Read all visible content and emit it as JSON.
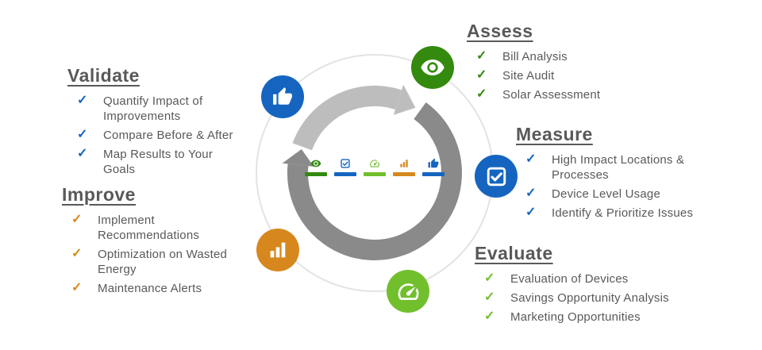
{
  "glyphs": {
    "check": "✓"
  },
  "colors": {
    "title_text": "#595959",
    "body_text": "#595959",
    "assess_green": "#338a0e",
    "measure_blue": "#1565c0",
    "evaluate_green": "#72bf2e",
    "improve_orange": "#d6881e",
    "validate_blue": "#1565c0",
    "ring_dark": "#8a8a8a",
    "ring_light": "#bdbdbd"
  },
  "sections": [
    {
      "id": "assess",
      "title": "Assess",
      "icon": "eye-icon",
      "color": "#338a0e",
      "items": [
        "Bill Analysis",
        "Site Audit",
        "Solar Assessment"
      ]
    },
    {
      "id": "measure",
      "title": "Measure",
      "icon": "checkbox-icon",
      "color": "#1565c0",
      "items": [
        "High Impact Locations &\nProcesses",
        "Device Level Usage",
        "Identify & Prioritize Issues"
      ]
    },
    {
      "id": "evaluate",
      "title": "Evaluate",
      "icon": "gauge-icon",
      "color": "#72bf2e",
      "items": [
        "Evaluation of Devices",
        "Savings Opportunity Analysis",
        "Marketing Opportunities"
      ]
    },
    {
      "id": "improve",
      "title": "Improve",
      "icon": "bar-chart-icon",
      "color": "#d6881e",
      "items": [
        "Implement\nRecommendations",
        "Optimization on Wasted\nEnergy",
        "Maintenance Alerts"
      ]
    },
    {
      "id": "validate",
      "title": "Validate",
      "icon": "thumbs-up-icon",
      "color": "#1565c0",
      "items": [
        "Quantify Impact of\nImprovements",
        "Compare Before & After",
        "Map Results to Your\nGoals"
      ]
    }
  ],
  "legend": {
    "items": [
      {
        "icon": "eye-icon",
        "color": "#338a0e"
      },
      {
        "icon": "checkbox-icon",
        "color": "#1565c0"
      },
      {
        "icon": "gauge-icon",
        "color": "#72bf2e"
      },
      {
        "icon": "bar-chart-icon",
        "color": "#d6881e"
      },
      {
        "icon": "thumbs-up-icon",
        "color": "#1565c0"
      }
    ]
  }
}
